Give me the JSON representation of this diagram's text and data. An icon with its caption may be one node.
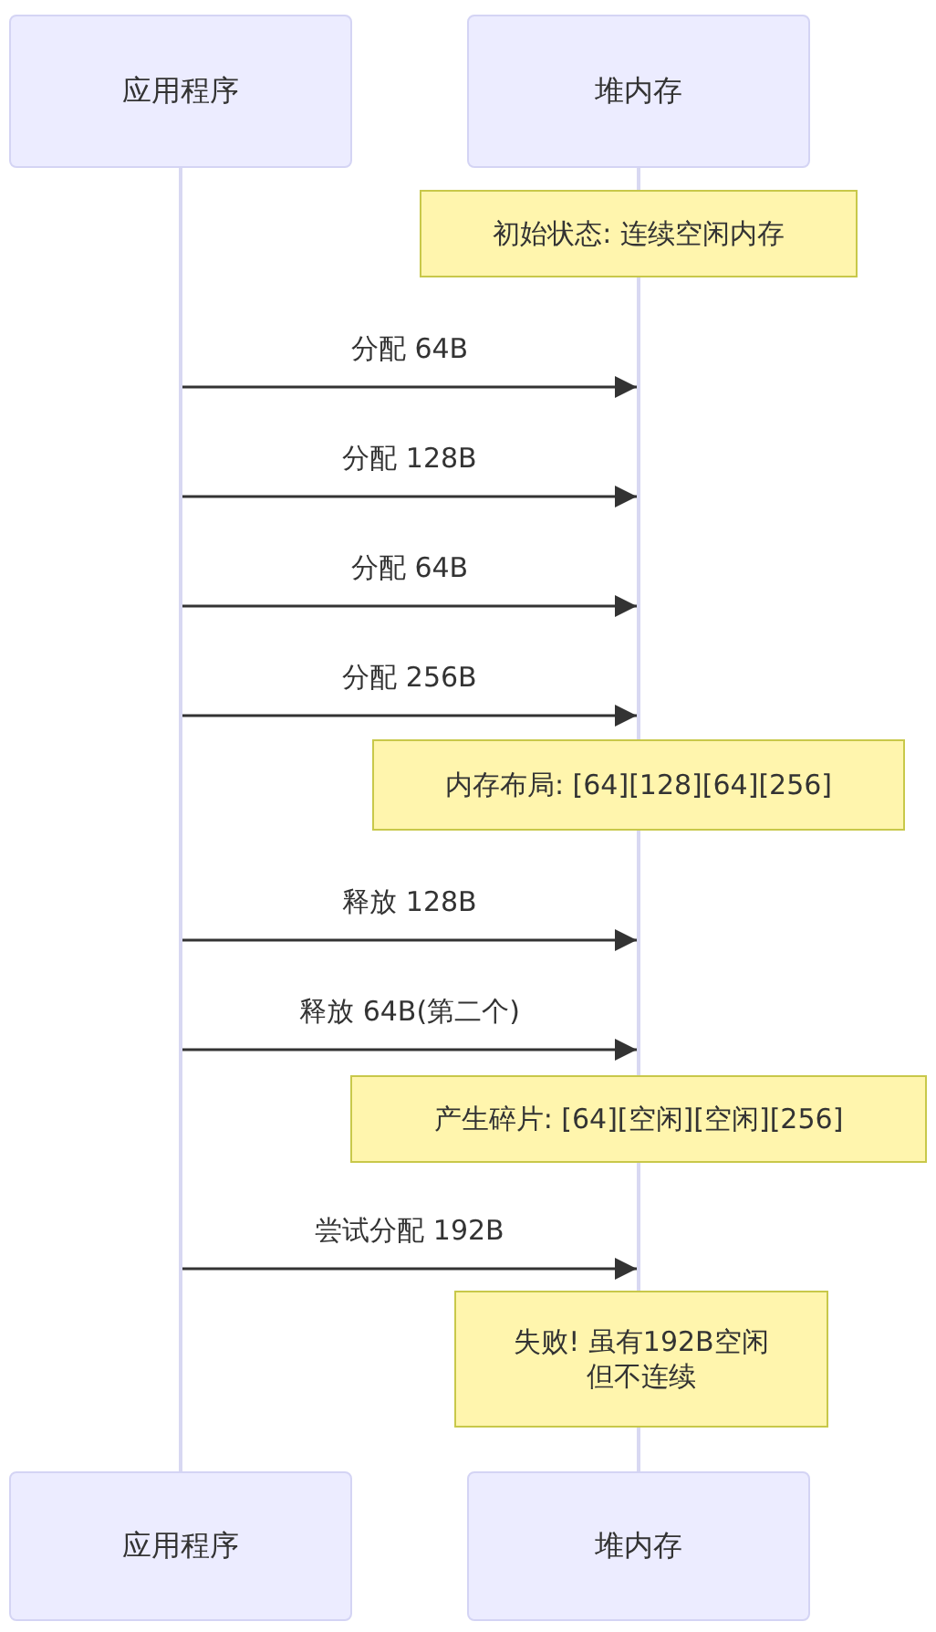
{
  "diagram": {
    "nodes": [
      {
        "text": [
          "应用程序"
        ]
      },
      {
        "text": [
          "堆内存"
        ]
      },
      {
        "text": [],
        "shape": "line"
      },
      {
        "text": [],
        "shape": "line"
      },
      {
        "text": [
          "初始状态: 连续空闲内存"
        ]
      },
      {
        "text": [],
        "shape": "line"
      },
      {
        "text": [
          "内存布局: [64][128][64][256]"
        ]
      },
      {
        "text": [],
        "shape": "line"
      },
      {
        "text": [
          "产生碎片: [64][空闲][空闲][256]"
        ]
      },
      {
        "text": [],
        "shape": "line"
      },
      {
        "text": [
          "失败! 虽有192B空闲但不连续"
        ]
      },
      {
        "text": [],
        "shape": "line"
      },
      {
        "text": [
          "应用程序"
        ]
      },
      {
        "text": [
          "堆内存"
        ]
      }
    ],
    "edges": [
      {
        "from": 2,
        "to": 5,
        "arrow": "to",
        "label": "分配 64B"
      },
      {
        "from": 2,
        "to": 5,
        "arrow": "to",
        "label": "分配 128B"
      },
      {
        "from": 2,
        "to": 5,
        "arrow": "to",
        "label": "分配 64B"
      },
      {
        "from": 2,
        "to": 5,
        "arrow": "to",
        "label": "分配 256B"
      },
      {
        "from": 2,
        "to": 7,
        "arrow": "to",
        "label": "释放 128B"
      },
      {
        "from": 2,
        "to": 7,
        "arrow": "to",
        "label": "释放 64B(第二个)"
      },
      {
        "from": 2,
        "to": 9,
        "arrow": "to",
        "label": "尝试分配 192B"
      }
    ]
  }
}
